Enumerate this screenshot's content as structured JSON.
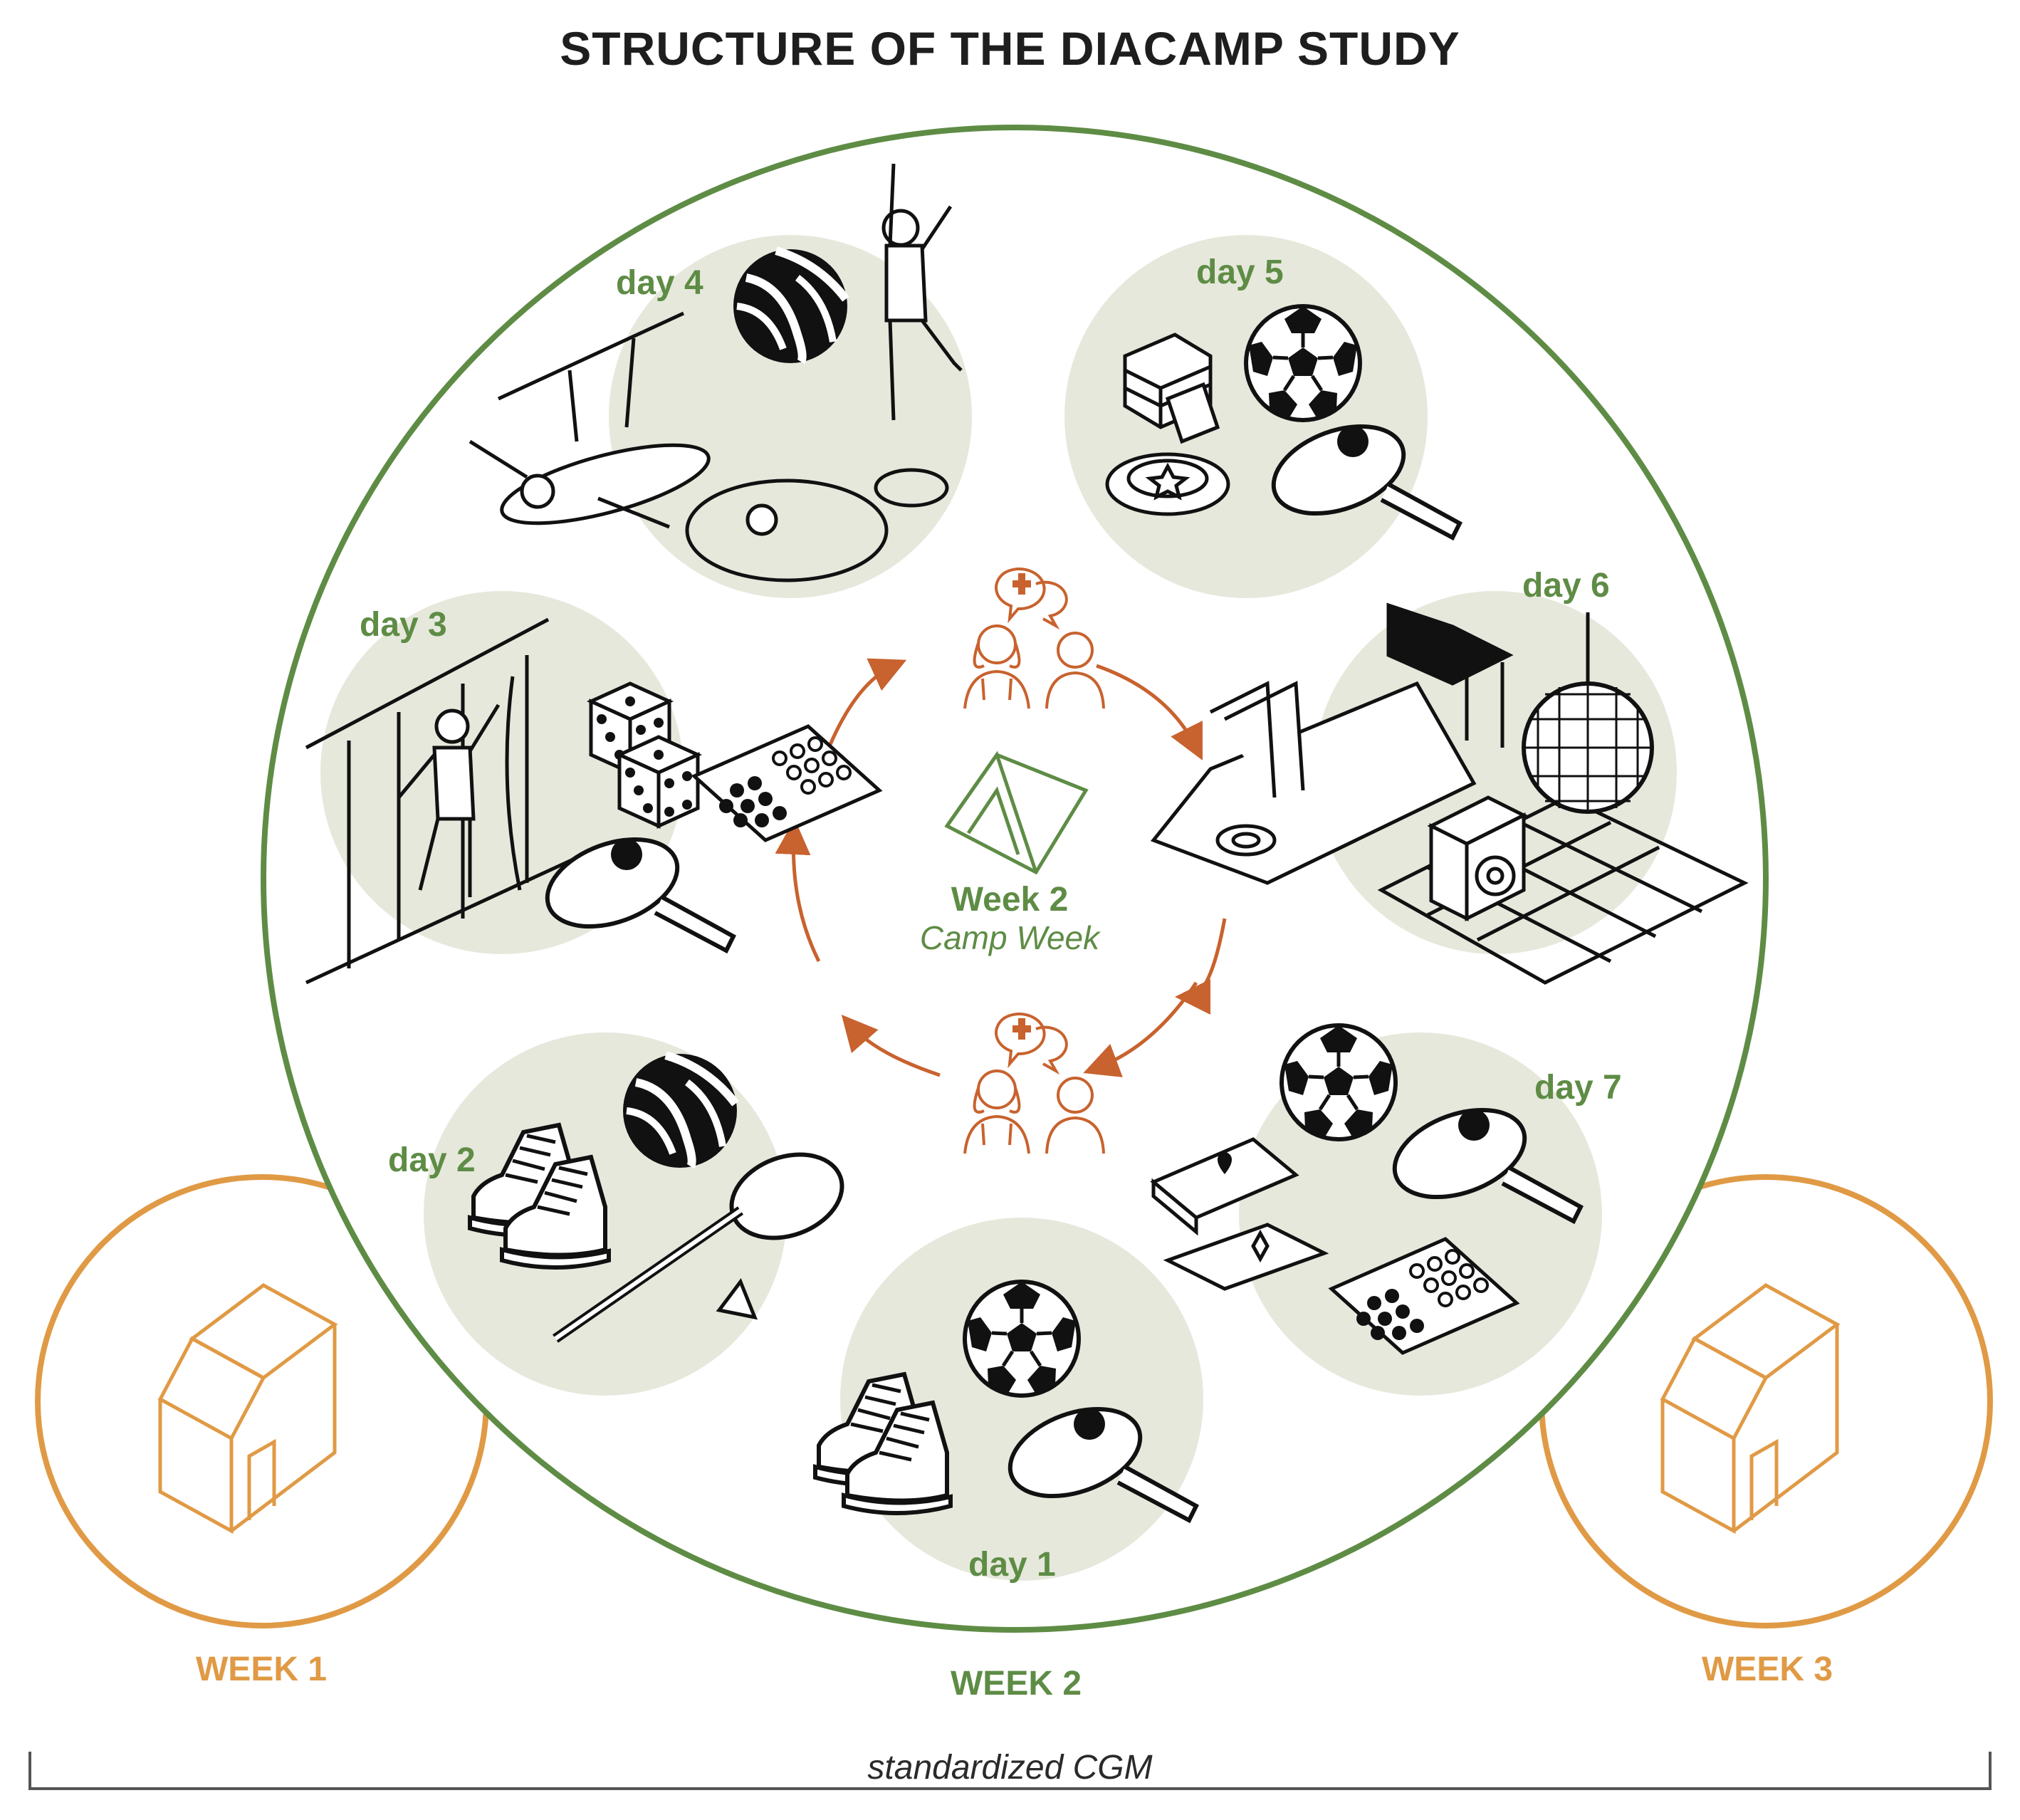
{
  "title": "STRUCTURE OF THE DIACAMP STUDY",
  "days": {
    "day1": "day 1",
    "day2": "day 2",
    "day3": "day 3",
    "day4": "day 4",
    "day5": "day 5",
    "day6": "day 6",
    "day7": "day 7"
  },
  "center": {
    "title": "Week 2",
    "subtitle": "Camp Week"
  },
  "weeks": {
    "week1": "WEEK 1",
    "week2": "WEEK 2",
    "week3": "WEEK 3"
  },
  "footer": "standardized CGM",
  "colors": {
    "green": "#5e8c45",
    "orange": "#e09a45",
    "rust": "#c8622e",
    "patch": "#e6e8dc",
    "ink": "#111111"
  },
  "icons": [
    "house-icon",
    "tent-icon",
    "medical-consult-icon",
    "soccer-ball-icon",
    "volleyball-icon",
    "table-tennis-icon",
    "dice-icon",
    "board-game-icon",
    "hiking-boots-icon",
    "badminton-icon",
    "disco-ball-icon",
    "speaker-icon",
    "water-slide-icon",
    "climber-icon",
    "swimmer-icon",
    "jenga-icon",
    "frisbee-icon",
    "playing-cards-icon"
  ]
}
